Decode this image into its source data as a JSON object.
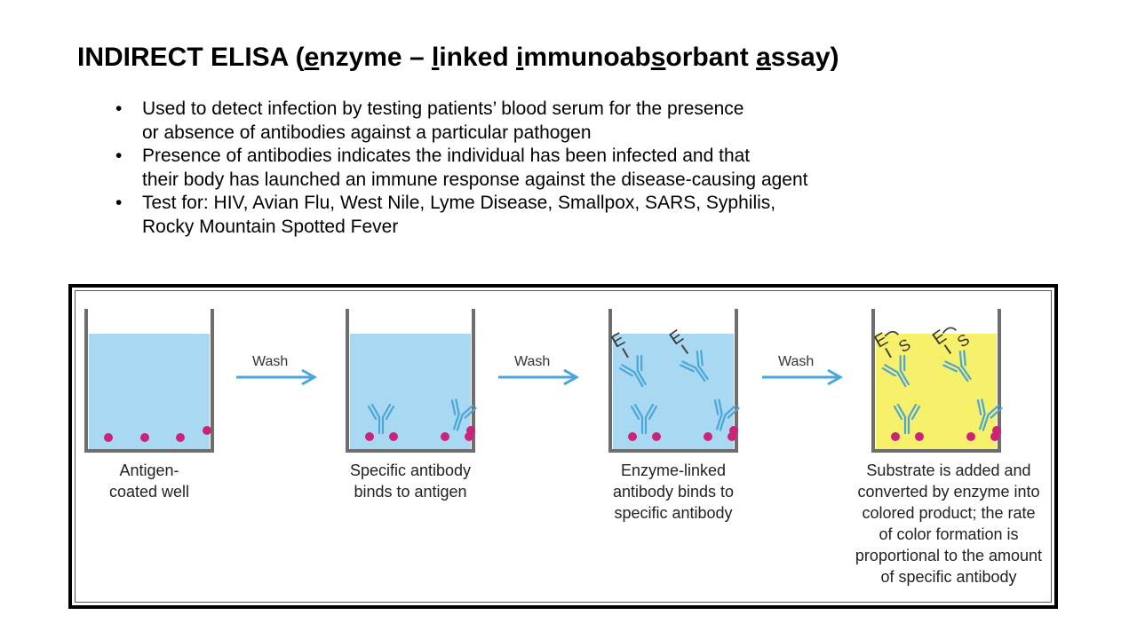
{
  "title": {
    "segments": [
      {
        "text": "INDIRECT ELISA (",
        "u": false
      },
      {
        "text": "e",
        "u": true
      },
      {
        "text": "nzyme – ",
        "u": false
      },
      {
        "text": "l",
        "u": true
      },
      {
        "text": "inked ",
        "u": false
      },
      {
        "text": "i",
        "u": true
      },
      {
        "text": "mmunoab",
        "u": false
      },
      {
        "text": "s",
        "u": true
      },
      {
        "text": "orbant ",
        "u": false
      },
      {
        "text": "a",
        "u": true
      },
      {
        "text": "ssay)",
        "u": false
      }
    ]
  },
  "bullets": [
    {
      "lines": [
        "Used to detect infection by testing patients’ blood serum for the presence",
        "or absence of antibodies against a particular pathogen"
      ]
    },
    {
      "lines": [
        "Presence of antibodies indicates the individual has been infected and that",
        "their body has launched an immune response against the disease-causing agent"
      ]
    },
    {
      "lines": [
        "Test for:  HIV, Avian Flu, West Nile, Lyme Disease, Smallpox, SARS, Syphilis,",
        "Rocky Mountain Spotted Fever"
      ]
    }
  ],
  "diagram": {
    "wash_label": "Wash",
    "colors": {
      "buffer": "#a9d9f2",
      "substrate": "#f7f06a",
      "antigen": "#cc2277",
      "antibody": "#4aa6d8",
      "arrow": "#4aa6d8",
      "well": "#6e6e6e"
    },
    "enzyme_label": "E",
    "substrate_label": "S",
    "steps": [
      {
        "caption": [
          "Antigen-",
          "coated well"
        ]
      },
      {
        "caption": [
          "Specific antibody",
          "binds to antigen"
        ]
      },
      {
        "caption": [
          "Enzyme-linked",
          "antibody binds to",
          "specific antibody"
        ]
      },
      {
        "caption": [
          "Substrate is added and",
          "converted by enzyme into",
          "colored product; the rate",
          "of color formation is",
          "proportional to the amount",
          "of specific antibody"
        ]
      }
    ]
  }
}
